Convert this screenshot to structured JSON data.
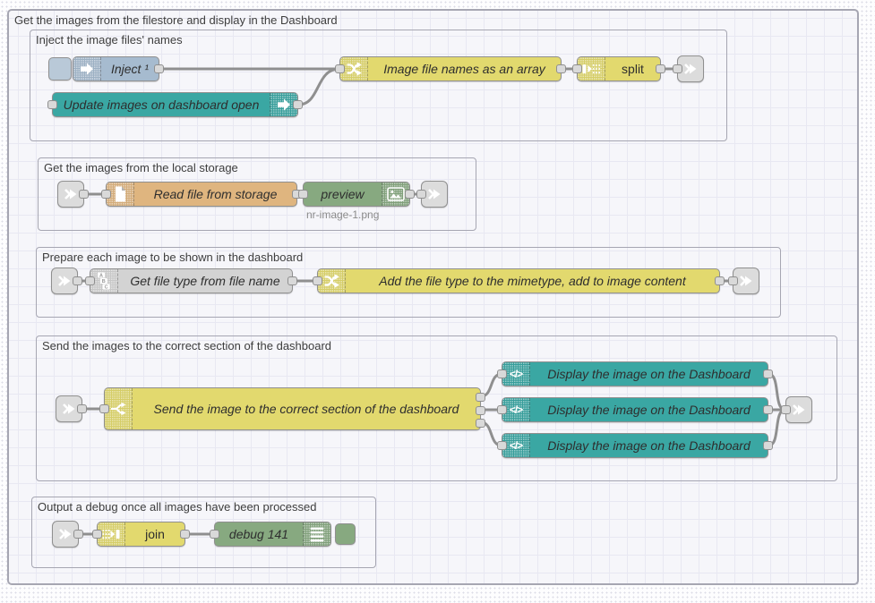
{
  "groups": {
    "outer": {
      "label": "Get the images from the filestore and display in the Dashboard"
    },
    "inject": {
      "label": "Inject the image files' names"
    },
    "storage": {
      "label": "Get the images from the local storage"
    },
    "prepare": {
      "label": "Prepare each image to be shown in the dashboard"
    },
    "send": {
      "label": "Send the images to the correct section of the dashboard"
    },
    "output": {
      "label": "Output a debug once all images have been processed"
    }
  },
  "nodes": {
    "inject": {
      "label": "Inject ¹",
      "color": "#a6bbcf"
    },
    "update": {
      "label": "Update images on dashboard open",
      "color": "#3aa7a3"
    },
    "filenames": {
      "label": "Image file names as an array",
      "color": "#e2d96e"
    },
    "split": {
      "label": "split",
      "color": "#e2d96e"
    },
    "readfile": {
      "label": "Read file from storage",
      "color": "#dfb57f"
    },
    "preview": {
      "label": "preview",
      "status": "nr-image-1.png",
      "color": "#87a980"
    },
    "filetype": {
      "label": "Get file type from file name",
      "color": "#d3d3d3"
    },
    "mimetype": {
      "label": "Add the file type to the mimetype, add to image content",
      "color": "#e2d96e"
    },
    "switch": {
      "label": "Send the image to the correct section of the dashboard",
      "color": "#e2d96e"
    },
    "display": {
      "label": "Display the image on the Dashboard",
      "color": "#3aa7a3"
    },
    "join": {
      "label": "join",
      "color": "#e2d96e"
    },
    "debug": {
      "label": "debug 141",
      "color": "#87a980"
    }
  },
  "icons": {
    "code_glyph": "</>",
    "names": [
      "inject-arrow-icon",
      "link-icon",
      "change-icon",
      "split-icon",
      "join-icon",
      "file-icon",
      "image-icon",
      "abc-sort-icon",
      "switch-fork-icon",
      "code-icon",
      "debug-list-icon"
    ]
  },
  "colors": {
    "canvas_bg": "#fdfdfe",
    "canvas_dots": "#dcdce6",
    "group_fill": "#f6f6fa",
    "grid_line": "#e8e8f2",
    "group_border": "#a6a6b2",
    "node_border": "#8f8f8f",
    "wire": "#8f8f8f",
    "port_fill": "#d9d9d9",
    "label_text": "#2e2e2e",
    "status_text": "#8a8a8a",
    "link_node": "#dcdcdc"
  }
}
